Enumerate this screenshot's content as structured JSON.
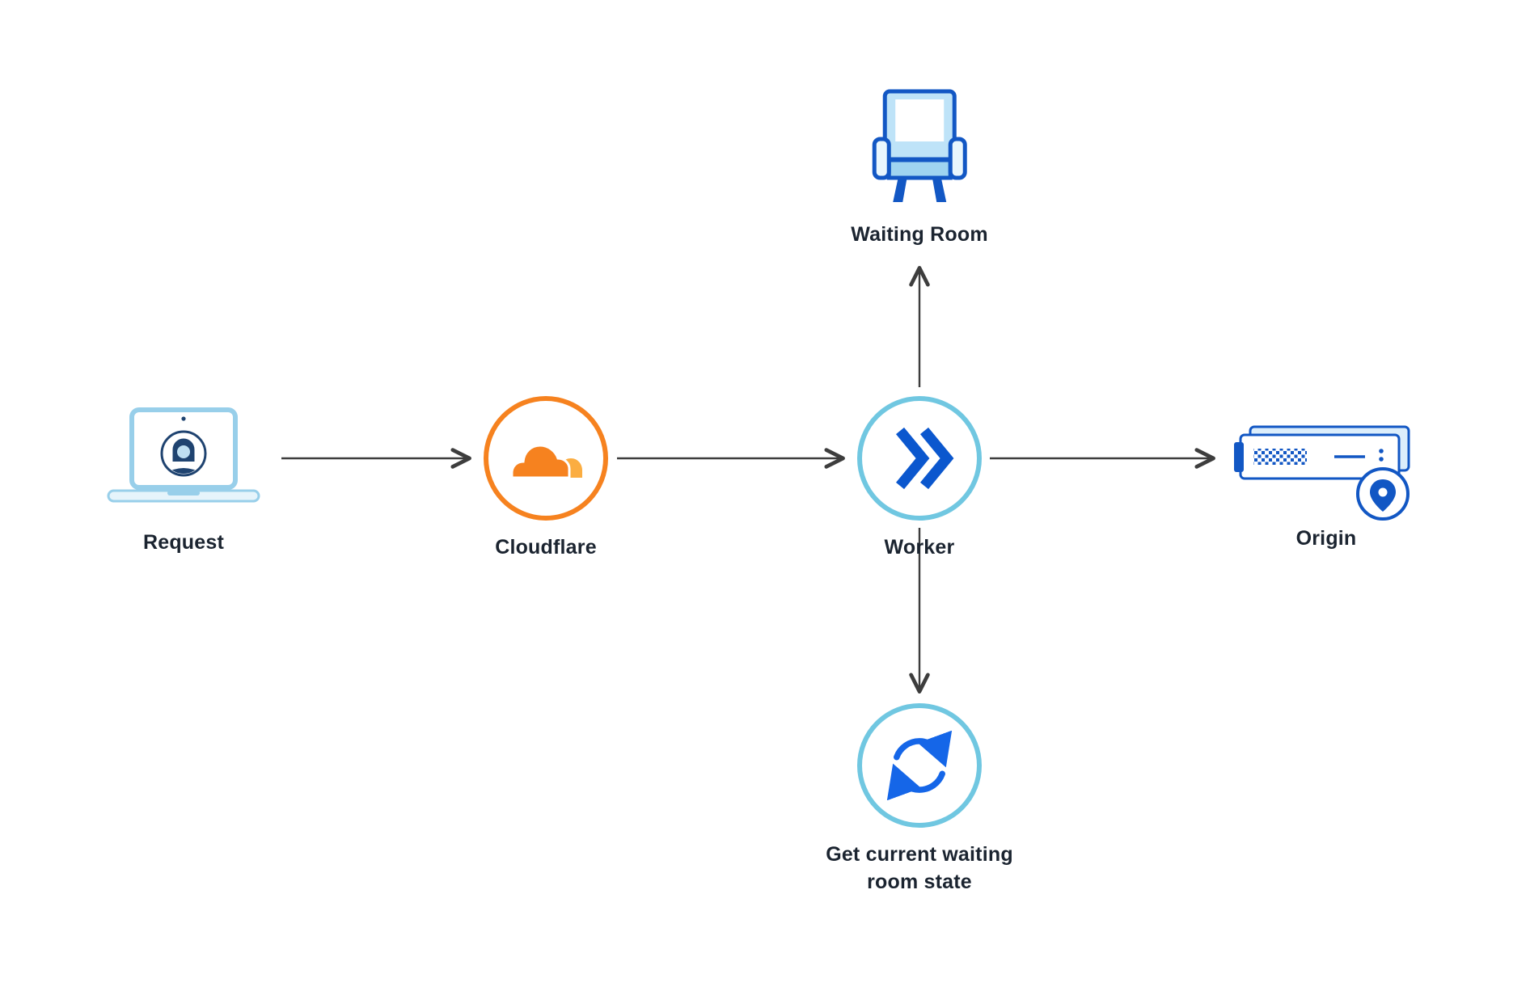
{
  "diagram_title": "Cloudflare Waiting Room request flow",
  "nodes": {
    "request": {
      "label": "Request",
      "icon": "laptop-user-icon"
    },
    "cloudflare": {
      "label": "Cloudflare",
      "icon": "cloudflare-logo-icon"
    },
    "worker": {
      "label": "Worker",
      "icon": "worker-chevrons-icon"
    },
    "waiting_room": {
      "label": "Waiting Room",
      "icon": "armchair-icon"
    },
    "origin": {
      "label": "Origin",
      "icon": "server-location-icon"
    },
    "state": {
      "label": "Get current waiting room state",
      "icon": "refresh-sync-icon"
    }
  },
  "edges": [
    {
      "from": "request",
      "to": "cloudflare",
      "direction": "right"
    },
    {
      "from": "cloudflare",
      "to": "worker",
      "direction": "right"
    },
    {
      "from": "worker",
      "to": "waiting_room",
      "direction": "up"
    },
    {
      "from": "worker",
      "to": "origin",
      "direction": "right"
    },
    {
      "from": "worker",
      "to": "state",
      "direction": "down"
    }
  ],
  "colors": {
    "background": "#FFFFFF",
    "cloudflare_orange": "#F6821F",
    "cloudflare_light": "#FBAD41",
    "brand_blue": "#1257C4",
    "vivid_blue": "#1566E8",
    "navy": "#1F4370",
    "pale_blue": "#BEE3F8",
    "light_cyan_ring": "#70C7E1",
    "laptop_blue": "#98CFEA",
    "arrow_gray": "#3D3D3D",
    "label_text": "#1B2430"
  }
}
